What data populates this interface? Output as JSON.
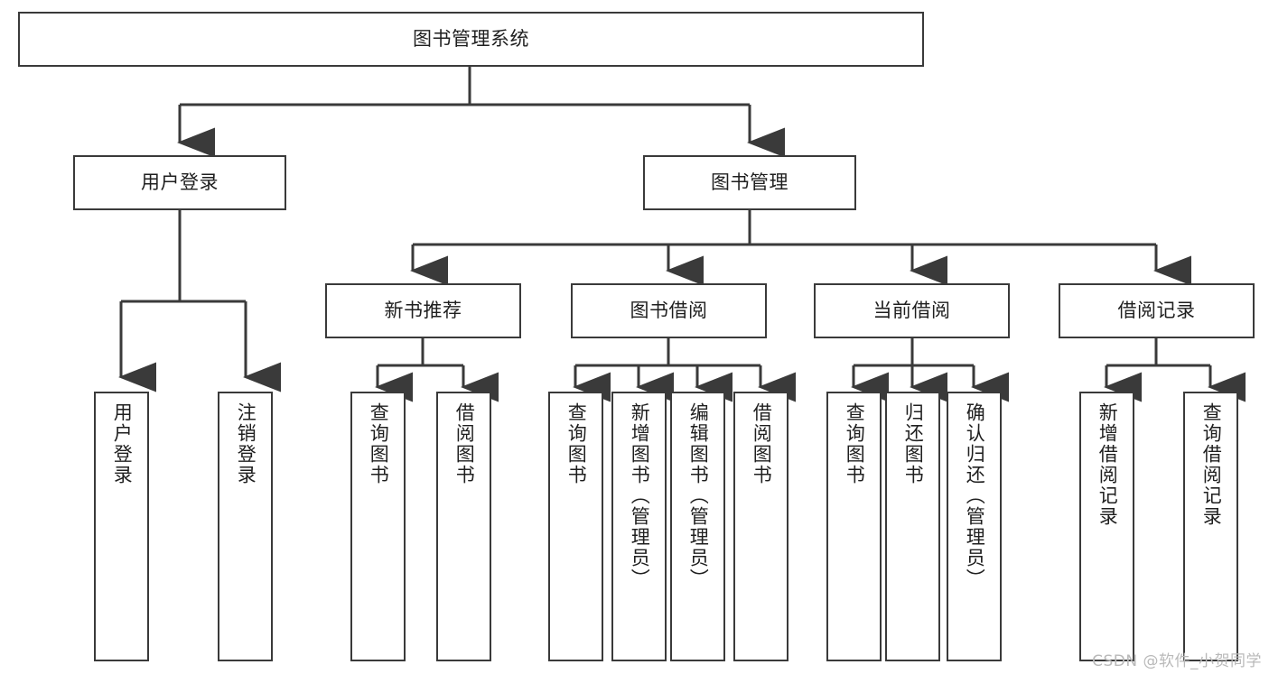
{
  "diagram": {
    "title": "图书管理系统",
    "type": "tree-hierarchy",
    "stroke_color": "#3a3a3a",
    "fill_color": "#ffffff",
    "text_color": "#1f1f1f"
  },
  "root": {
    "label": "图书管理系统"
  },
  "level2": [
    {
      "label": "用户登录"
    },
    {
      "label": "图书管理"
    }
  ],
  "level3": [
    {
      "label": "新书推荐"
    },
    {
      "label": "图书借阅"
    },
    {
      "label": "当前借阅"
    },
    {
      "label": "借阅记录"
    }
  ],
  "leaves": {
    "user_login": [
      {
        "label": "用户登录"
      },
      {
        "label": "注销登录"
      }
    ],
    "new_book": [
      {
        "label": "查询图书"
      },
      {
        "label": "借阅图书"
      }
    ],
    "book_borrow": [
      {
        "label": "查询图书"
      },
      {
        "label": "新增图书（管理员）"
      },
      {
        "label": "编辑图书（管理员）"
      },
      {
        "label": "借阅图书"
      }
    ],
    "current_borrow": [
      {
        "label": "查询图书"
      },
      {
        "label": "归还图书"
      },
      {
        "label": "确认归还（管理员）"
      }
    ],
    "borrow_record": [
      {
        "label": "新增借阅记录"
      },
      {
        "label": "查询借阅记录"
      }
    ]
  },
  "watermark": {
    "text": "CSDN @软件_小贺同学"
  }
}
